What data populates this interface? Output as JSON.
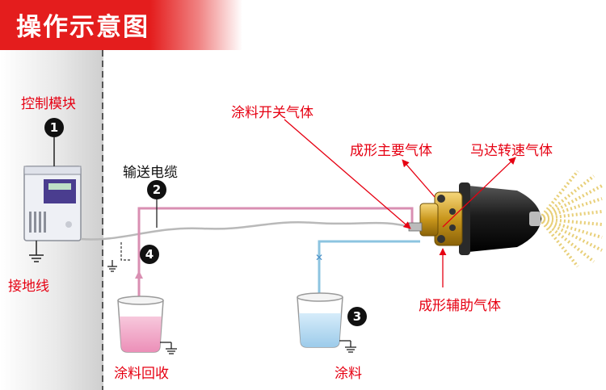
{
  "title": "操作示意图",
  "labels": {
    "control_module": "控制模块",
    "cable": "输送电缆",
    "ground": "接地线",
    "paint_recovery": "涂料回收",
    "paint": "涂料",
    "paint_switch_gas": "涂料开关气体",
    "shaping_main_gas": "成形主要气体",
    "motor_speed_gas": "马达转速气体",
    "shaping_aux_gas": "成形辅助气体"
  },
  "markers": [
    "1",
    "2",
    "3",
    "4"
  ],
  "colors": {
    "accent": "#e60012",
    "banner": "#e41d1d",
    "recovery_line": "#d98fb2",
    "paint_line": "#8cc4e0",
    "cable": "#b9b9b9"
  }
}
